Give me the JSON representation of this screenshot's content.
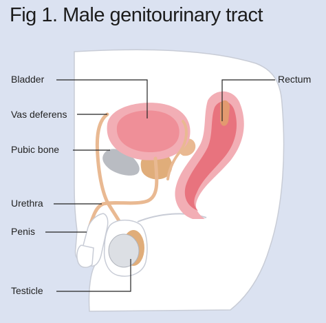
{
  "figure": {
    "title": "Fig 1. Male genitourinary tract",
    "labels": {
      "bladder": "Bladder",
      "vas_deferens": "Vas deferens",
      "pubic_bone": "Pubic bone",
      "urethra": "Urethra",
      "penis": "Penis",
      "testicle": "Testicle",
      "rectum": "Rectum"
    }
  },
  "colors": {
    "background": "#dbe2f1",
    "body": "#ffffff",
    "organ_outer": "#f2aeb5",
    "organ_inner": "#e8737e",
    "duct": "#e9b992",
    "bone": "#b9bcc2",
    "gland": "#e0ad7a",
    "leader_line": "#222222"
  }
}
